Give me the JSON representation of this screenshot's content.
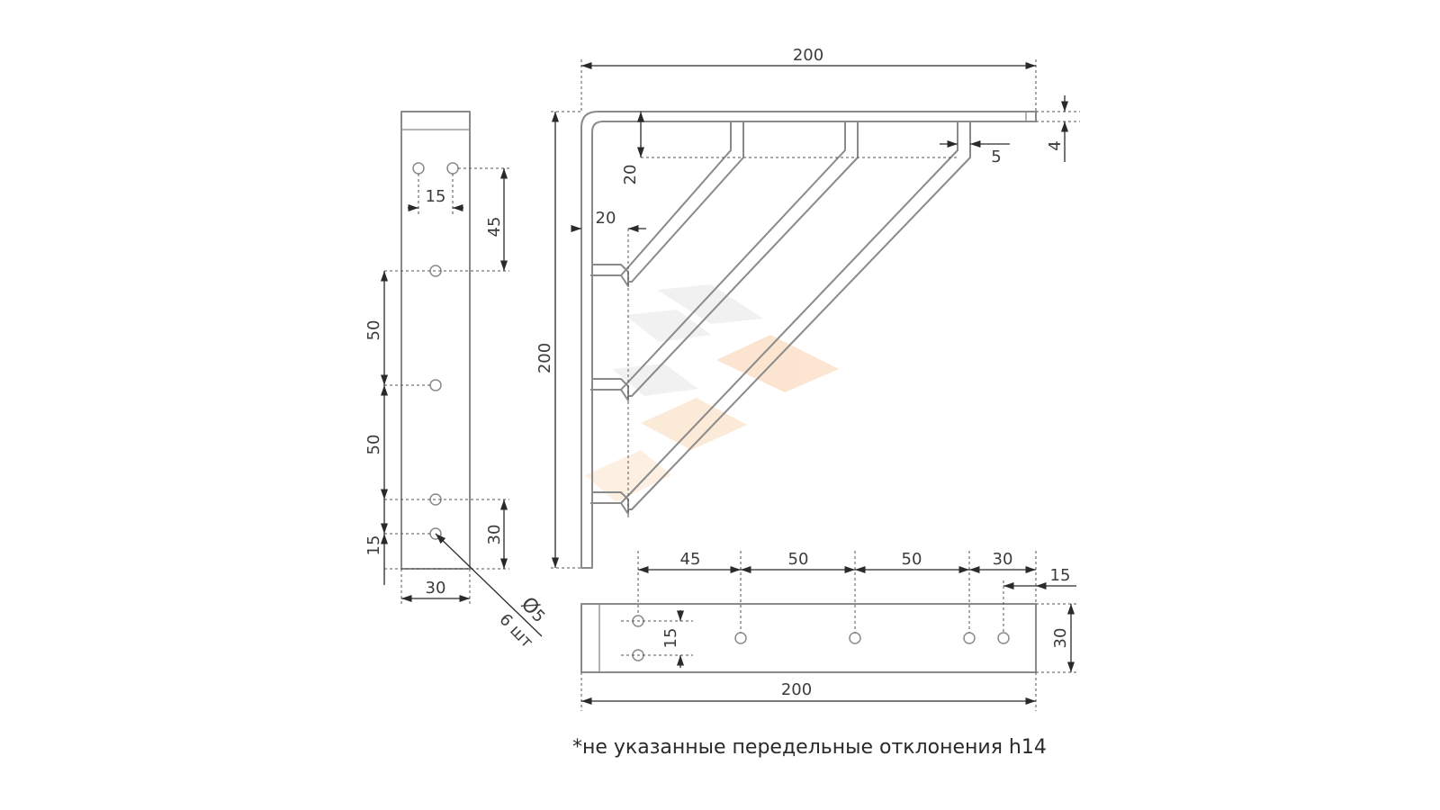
{
  "dimensions": {
    "side_width_top": "200",
    "side_height_left": "200",
    "side_rib_offset_vertical": "20",
    "side_rib_offset_horizontal": "20",
    "side_thickness": "4",
    "side_rib_width": "5",
    "left_hole_spacing_top": "15",
    "left_top_to_first": "45",
    "left_spacing_1": "50",
    "left_spacing_2": "50",
    "left_bottom_spacing": "15",
    "left_bottom_offset": "30",
    "left_width": "30",
    "hole_diameter": "5",
    "hole_count_label": "6 шт",
    "bottom_spacing_1": "45",
    "bottom_spacing_2": "50",
    "bottom_spacing_3": "50",
    "bottom_spacing_4": "30",
    "bottom_end_offset": "15",
    "bottom_hole_pair_spacing": "15",
    "bottom_height": "30",
    "bottom_length": "200"
  },
  "symbols": {
    "diameter": "Ø"
  },
  "note": "*не указанные передельные отклонения h14"
}
